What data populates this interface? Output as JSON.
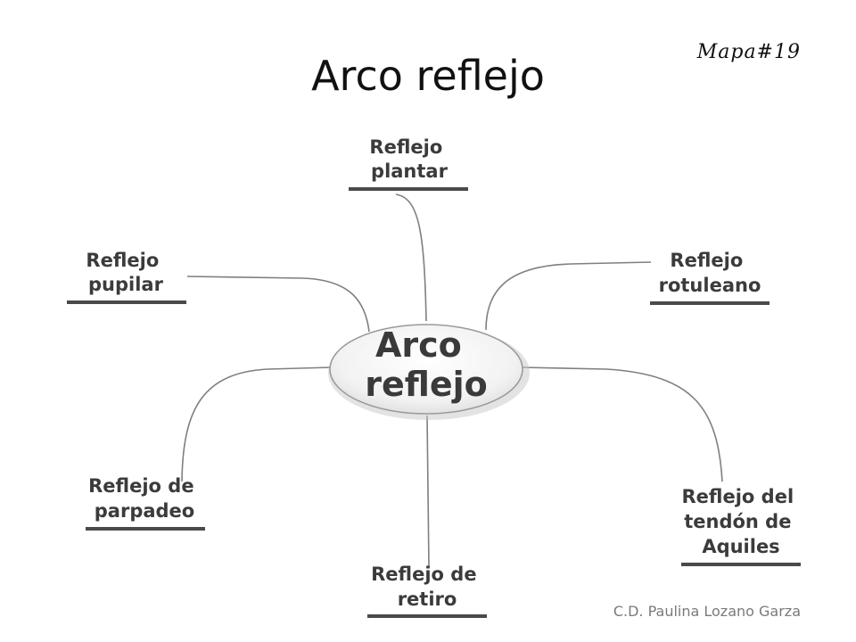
{
  "slide": {
    "title": "Arco reflejo",
    "map_tag": "Mapa#19",
    "credit": "C.D. Paulina Lozano Garza"
  },
  "center": {
    "lines": [
      "Arco",
      "reflejo"
    ]
  },
  "nodes": {
    "plantar": {
      "lines": [
        "Reflejo",
        "plantar"
      ]
    },
    "pupilar": {
      "lines": [
        "Reflejo",
        "pupilar"
      ]
    },
    "rotuleano": {
      "lines": [
        "Reflejo",
        "rotuleano"
      ]
    },
    "parpadeo": {
      "lines": [
        "Reflejo de",
        "parpadeo"
      ]
    },
    "retiro": {
      "lines": [
        "Reflejo de",
        "retiro"
      ]
    },
    "aquiles": {
      "lines": [
        "Reflejo del",
        "tendón de",
        "Aquiles"
      ]
    }
  }
}
